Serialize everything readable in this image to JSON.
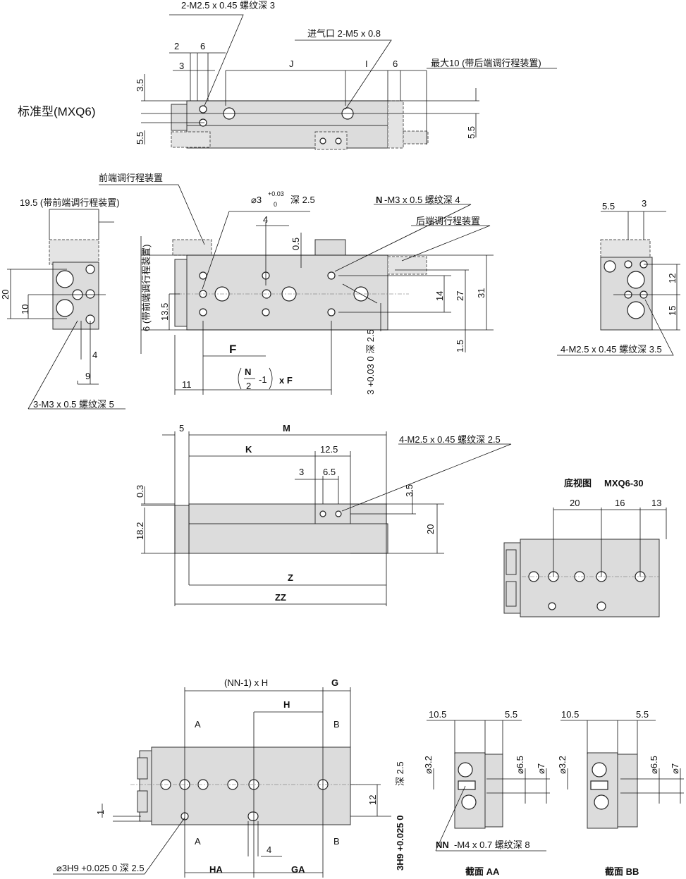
{
  "view_top": {
    "title": "标准型(MXQ6)",
    "thread_note": "2-M2.5 x 0.45 螺纹深 3",
    "port_note": "进气口 2-M5 x 0.8",
    "max_note": "最大10 (带后端调行程装置)",
    "d2": "2",
    "d6a": "6",
    "d3": "3",
    "J": "J",
    "I": "I",
    "d6b": "6",
    "d3_5": "3.5",
    "d5_5a": "5.5",
    "d5_5b": "5.5"
  },
  "view_side_left": {
    "adj_note": "19.5 (带前端调行程装置)",
    "d20": "20",
    "d10": "10",
    "d4": "4",
    "d9": "9",
    "thread_note": "3-M3 x 0.5 螺纹深 5"
  },
  "view_front": {
    "front_adj": "前端调行程装置",
    "pin_note": "⌀3",
    "pin_tol_upper": "+0.03",
    "pin_tol_lower": "0",
    "pin_depth": "深 2.5",
    "n_note_bold": "N",
    "n_note": "-M3 x 0.5 螺纹深 4",
    "rear_adj": "后端调行程装置",
    "d4": "4",
    "d0_5": "0.5",
    "d6_adj": "6 (带前端调行程装置)",
    "d13_5": "13.5",
    "d14": "14",
    "d27": "27",
    "d31": "31",
    "d1_5": "1.5",
    "F": "F",
    "formula_N": "N",
    "formula_2": "2",
    "formula_rest": "-1",
    "formula_xF": "x F",
    "d11": "11",
    "slot_note": "3 +0.03 0 深 2.5"
  },
  "view_side_right": {
    "d5_5": "5.5",
    "d3": "3",
    "d12": "12",
    "d15": "15",
    "thread_note": "4-M2.5 x 0.45 螺纹深 3.5"
  },
  "view_mid": {
    "d5": "5",
    "M": "M",
    "K": "K",
    "d12_5": "12.5",
    "d3": "3",
    "d6_5": "6.5",
    "thread_note": "4-M2.5 x 0.45 螺纹深 2.5",
    "d0_3": "0.3",
    "d18_2": "18.2",
    "d3_5": "3.5",
    "d20": "20",
    "Z": "Z",
    "ZZ": "ZZ"
  },
  "view_bottom": {
    "title": "底视图",
    "model": "MXQ6-30",
    "d20": "20",
    "d16": "16",
    "d13": "13"
  },
  "view_lower": {
    "NN_H": "(NN-1) x H",
    "G": "G",
    "H": "H",
    "A1": "A",
    "B1": "B",
    "A2": "A",
    "B2": "B",
    "d1": "1",
    "d12": "12",
    "depth": "深 2.5",
    "hole_tol": "3H9 +0.025 0",
    "d4": "4",
    "HA": "HA",
    "GA": "GA",
    "pin_note": "⌀3H9 +0.025 0 深 2.5"
  },
  "section_aa": {
    "d10_5": "10.5",
    "d5_5": "5.5",
    "d3_2": "⌀3.2",
    "d6_5": "⌀6.5",
    "d7": "⌀7",
    "nn_bold": "NN",
    "nn_note": "-M4 x 0.7 螺纹深 8",
    "title": "截面 AA"
  },
  "section_bb": {
    "d10_5": "10.5",
    "d5_5": "5.5",
    "d3_2": "⌀3.2",
    "d6_5": "⌀6.5",
    "d7": "⌀7",
    "title": "截面 BB"
  }
}
